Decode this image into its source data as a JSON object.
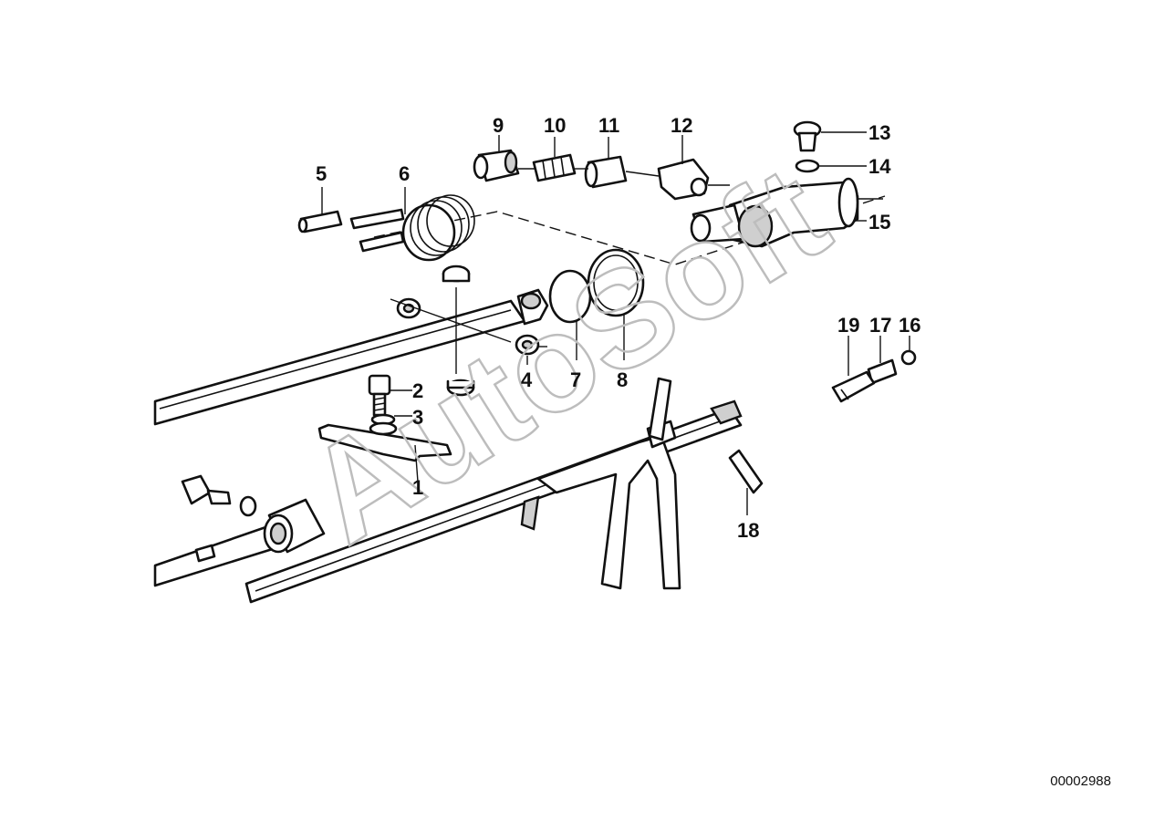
{
  "watermark": "AutoSoft",
  "document_number": "00002988",
  "callouts": {
    "n1": "1",
    "n2": "2",
    "n3": "3",
    "n4": "4",
    "n5": "5",
    "n6": "6",
    "n7": "7",
    "n8": "8",
    "n9": "9",
    "n10": "10",
    "n11": "11",
    "n12": "12",
    "n13": "13",
    "n14": "14",
    "n15": "15",
    "n16": "16",
    "n17": "17",
    "n18": "18",
    "n19": "19"
  }
}
